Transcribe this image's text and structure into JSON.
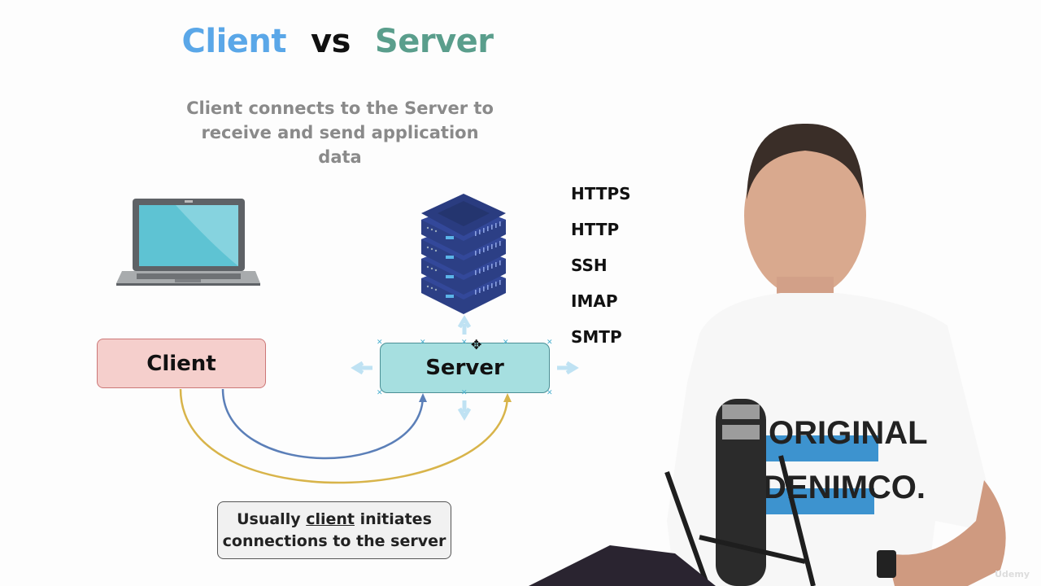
{
  "slide": {
    "title": {
      "client": "Client",
      "vs": "vs",
      "server": "Server"
    },
    "subtitle": [
      "Client connects to the Server to",
      "receive and send application",
      "data"
    ],
    "client_box_label": "Client",
    "server_box_label": "Server",
    "protocols": [
      "HTTPS",
      "HTTP",
      "SSH",
      "IMAP",
      "SMTP"
    ],
    "note": {
      "line1_prefix": "Usually ",
      "line1_underlined": "client",
      "line1_suffix": " initiates",
      "line2": "connections to the server"
    },
    "watermark": "Udemy"
  },
  "colors": {
    "title_client": "#5aa7e8",
    "title_server": "#5a9e8c",
    "client_box_fill": "#f5cfcc",
    "server_box_fill": "#a6dfe0",
    "connector_blue": "#5b7fb8",
    "connector_yellow": "#d8b44a",
    "server_icon": "#2c3f85",
    "laptop_screen": "#5ec3d3"
  },
  "presenter": {
    "shirt_text": [
      "ORIGINAL",
      "DENIMCO."
    ]
  }
}
